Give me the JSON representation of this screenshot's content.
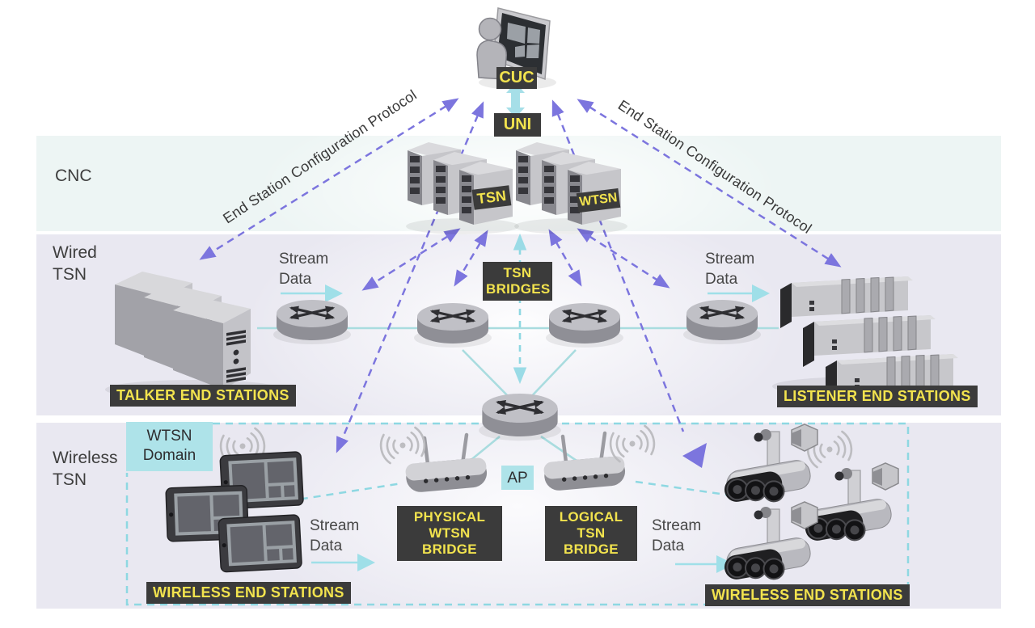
{
  "figure": {
    "regions": {
      "cnc": "CNC",
      "wired": "Wired TSN",
      "wireless": "Wireless TSN"
    },
    "nodes": {
      "cuc": "CUC",
      "uni": "UNI",
      "tsn_server": "TSN",
      "wtsn_server": "WTSN",
      "tsn_bridges": "TSN BRIDGES",
      "talker_end_stations": "TALKER END STATIONS",
      "listener_end_stations": "LISTENER END STATIONS",
      "physical_wtsn_bridge": "PHYSICAL WTSN BRIDGE",
      "logical_tsn_bridge": "LOGICAL TSN BRIDGE",
      "wireless_end_stations": "WIRELESS END STATIONS",
      "wtsn_domain": "WTSN Domain",
      "ap": "AP"
    },
    "edge_labels": {
      "protocol": "End Station Configuration Protocol",
      "stream_data": "Stream Data"
    },
    "icons": {
      "cuc": "operator-workstation-icon",
      "cnc_servers": "server-stack-icon",
      "bridge": "router-icon",
      "talker": "server-tower-icon",
      "listener": "plc-rack-icon",
      "wireless_station_tablets": "tablet-icon",
      "wireless_station_robots": "robot-icon",
      "access_point": "wireless-router-icon",
      "signal": "wireless-signal-icon"
    },
    "colors": {
      "purple_arrow": "#7c75de",
      "teal_line": "#a9dcdf",
      "teal_dashed": "#8ed8e2",
      "teal_box": "#aee3e9",
      "teal_arrow": "#9fdfe8",
      "label_bg": "#3b3b3b",
      "label_yellow": "#f2e34e",
      "band_cnc": "#edf5f4",
      "band_lavender": "#e9e8f1"
    }
  }
}
